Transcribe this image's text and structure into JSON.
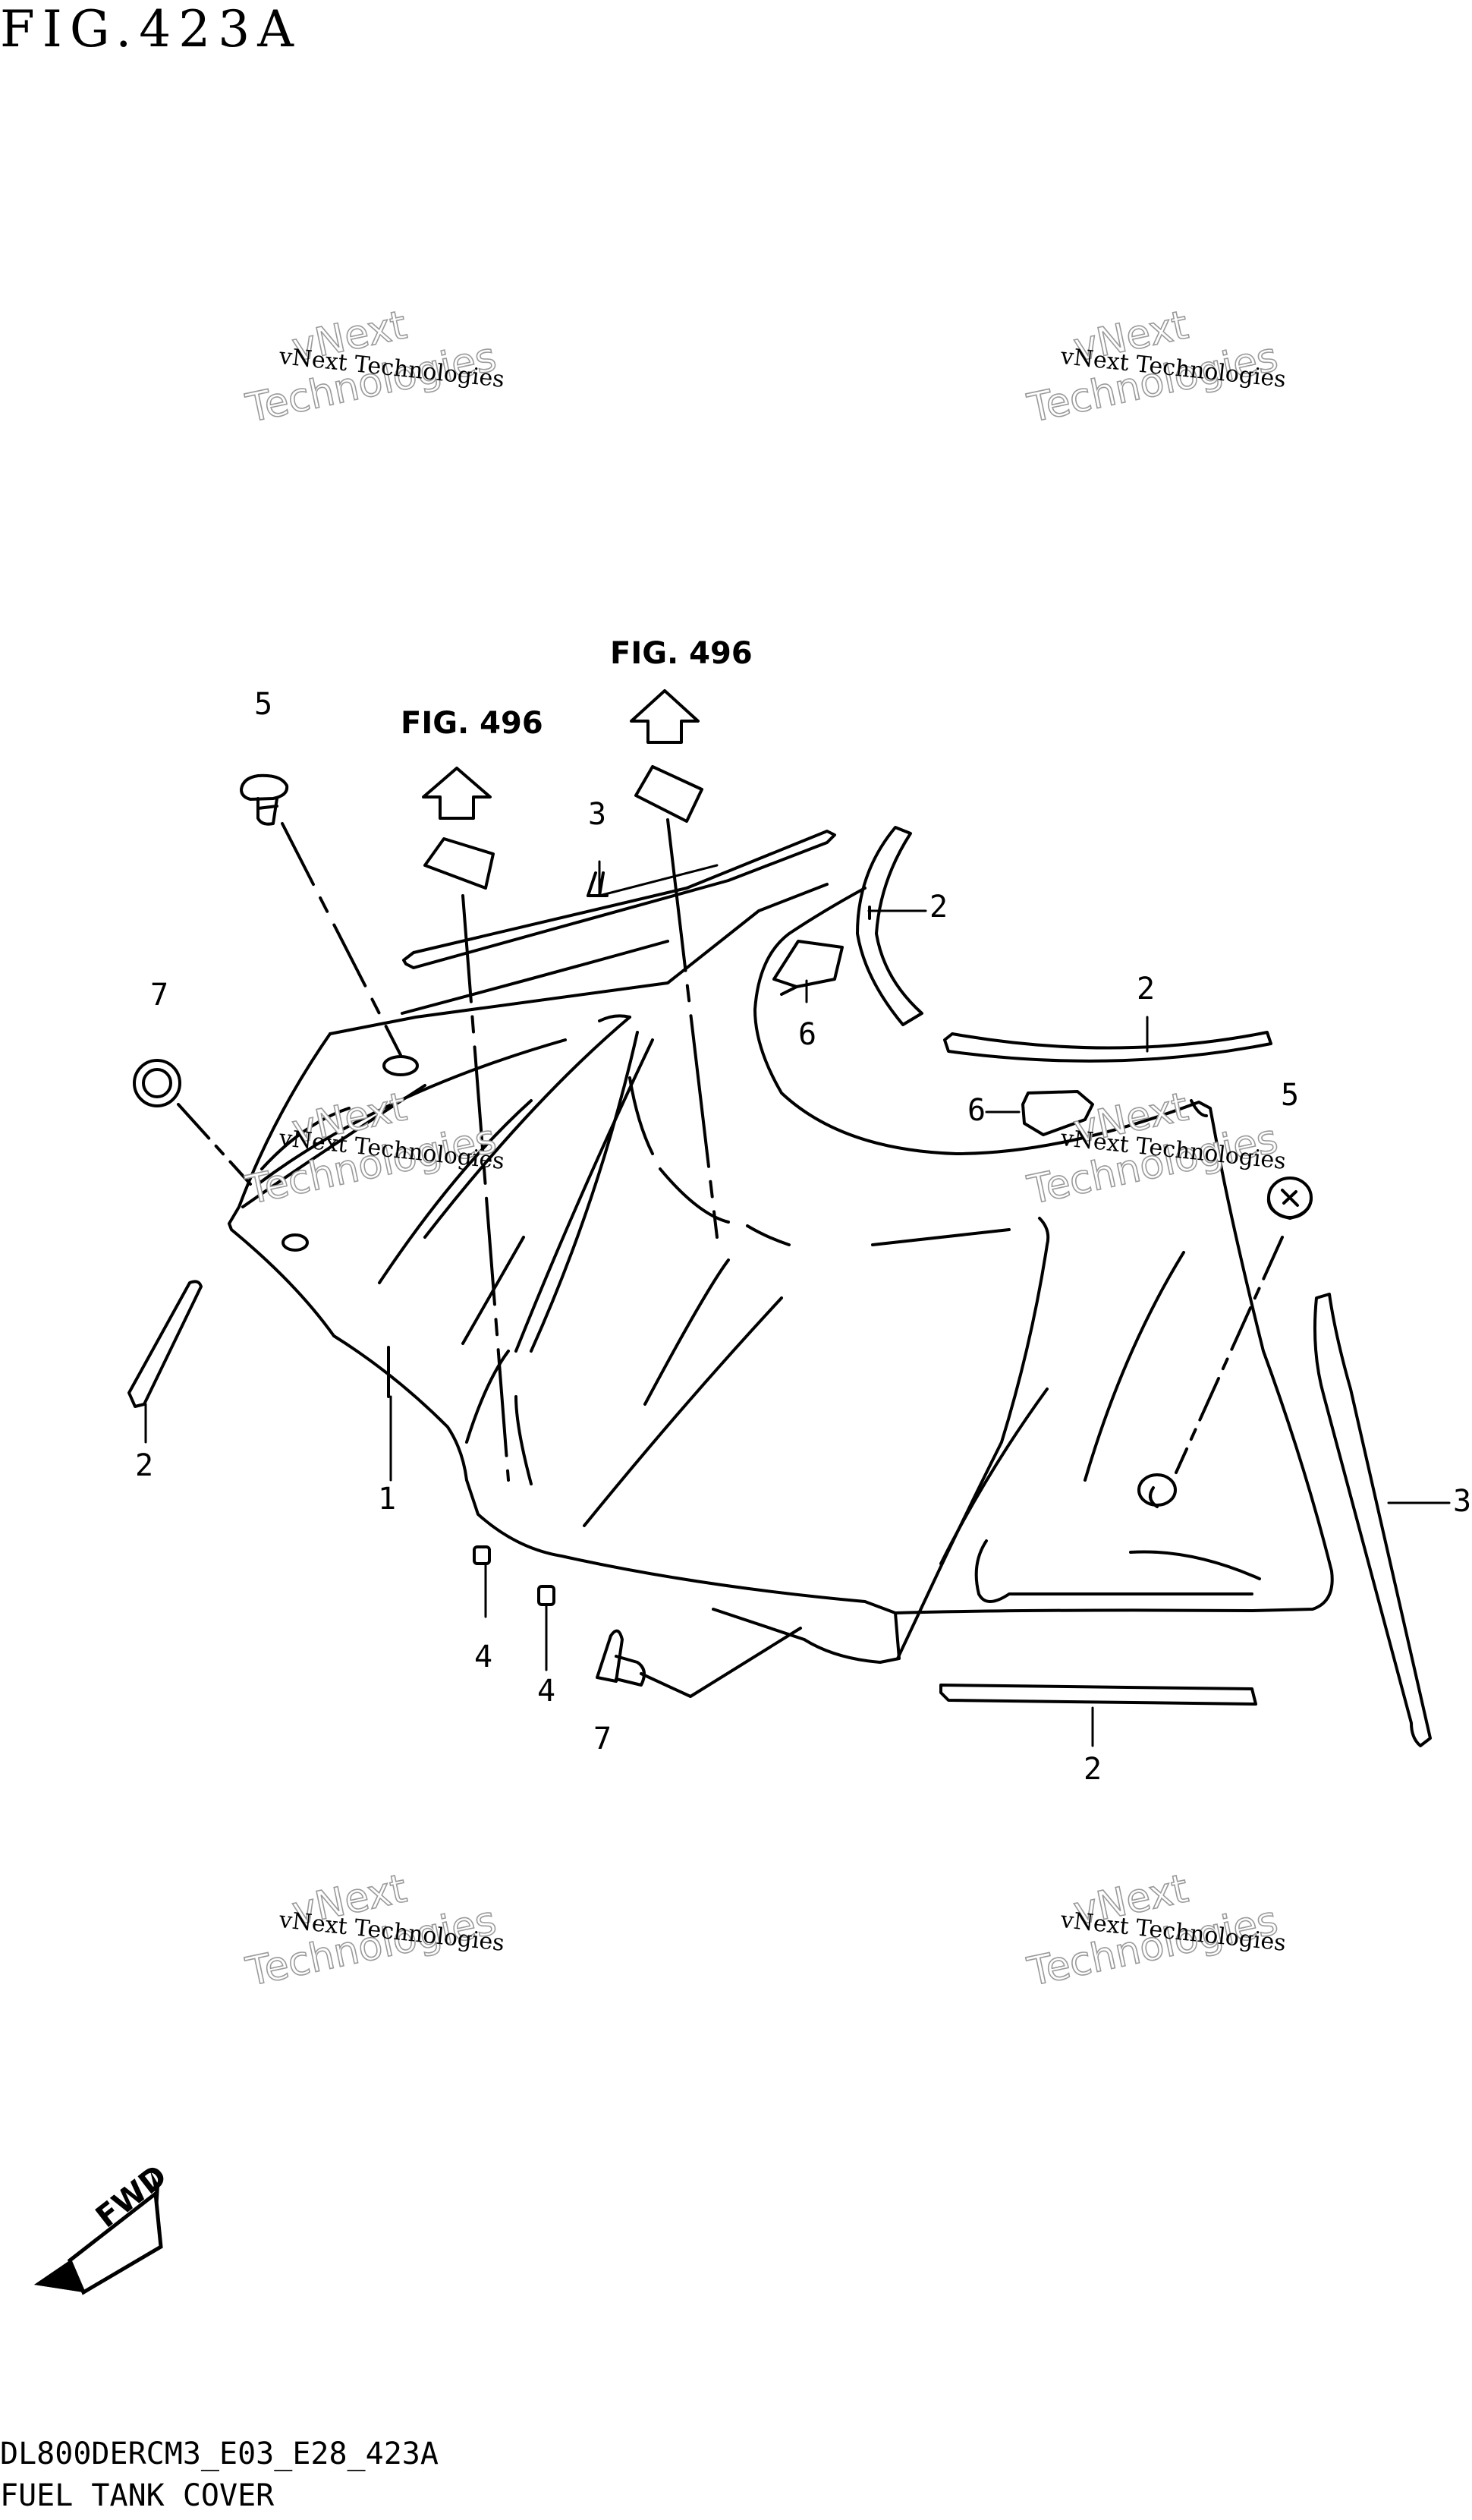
{
  "header": {
    "figure_title": "FIG.423A"
  },
  "footer": {
    "model_code": "DL800DERCM3_E03_E28_423A",
    "part_group": "FUEL TANK COVER"
  },
  "references": {
    "fig_ref_left": "FIG. 496",
    "fig_ref_right": "FIG. 496"
  },
  "callouts": {
    "c1": "1",
    "c2a": "2",
    "c2b": "2",
    "c2c": "2",
    "c2d": "2",
    "c3a": "3",
    "c3b": "3",
    "c4a": "4",
    "c4b": "4",
    "c5a": "5",
    "c5b": "5",
    "c6a": "6",
    "c6b": "6",
    "c7a": "7",
    "c7b": "7"
  },
  "fwd_arrow": {
    "label": "FWD"
  },
  "watermark": {
    "line1": "vNext",
    "line2": "Technologies",
    "caption": "vNext Technologies"
  },
  "colors": {
    "ink": "#000000",
    "watermark": "#9a9a9a",
    "background": "#ffffff"
  }
}
